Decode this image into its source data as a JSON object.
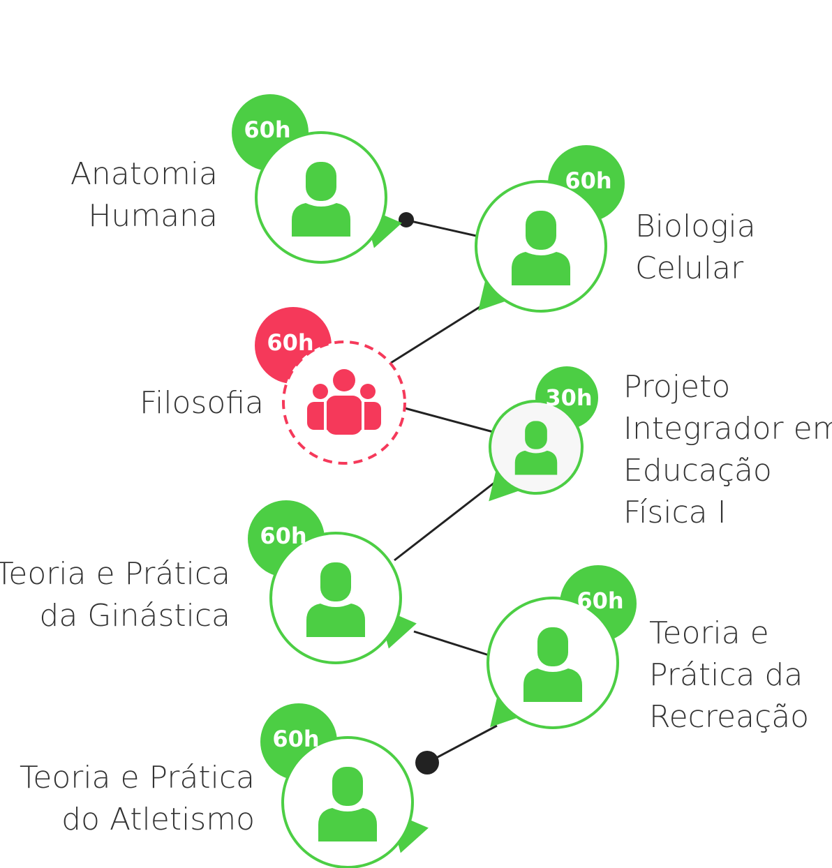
{
  "colors": {
    "green": "#4cce44",
    "red": "#f5395a",
    "connector": "#222222",
    "text": "#333333",
    "node_fill": "#ffffff",
    "small_node_fill": "#f7f7f7"
  },
  "nodes": [
    {
      "id": "anatomia-humana",
      "hours": "60h",
      "label_lines": [
        "Anatomia",
        "Humana"
      ],
      "status": "green",
      "icon": "person-icon"
    },
    {
      "id": "biologia-celular",
      "hours": "60h",
      "label_lines": [
        "Biologia",
        "Celular"
      ],
      "status": "green",
      "icon": "person-icon"
    },
    {
      "id": "filosofia",
      "hours": "60h",
      "label_lines": [
        "Filosofia"
      ],
      "status": "red",
      "icon": "group-icon"
    },
    {
      "id": "projeto-integrador",
      "hours": "30h",
      "label_lines": [
        "Projeto",
        "Integrador em",
        "Educação",
        "Física I"
      ],
      "status": "green",
      "icon": "person-icon"
    },
    {
      "id": "ginastica",
      "hours": "60h",
      "label_lines": [
        "Teoria e Prática",
        "da Ginástica"
      ],
      "status": "green",
      "icon": "person-icon"
    },
    {
      "id": "recreacao",
      "hours": "60h",
      "label_lines": [
        "Teoria e",
        "Prática da",
        "Recreação"
      ],
      "status": "green",
      "icon": "person-icon"
    },
    {
      "id": "atletismo",
      "hours": "60h",
      "label_lines": [
        "Teoria e Prática",
        "do Atletismo"
      ],
      "status": "green",
      "icon": "person-icon"
    }
  ]
}
